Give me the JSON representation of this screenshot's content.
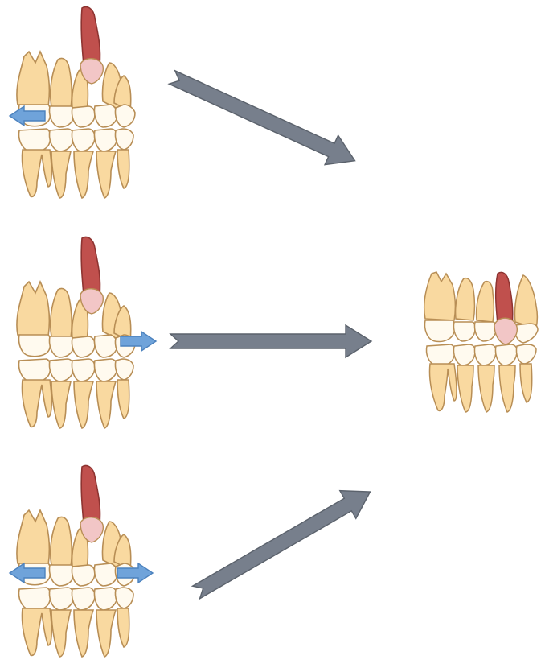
{
  "colors": {
    "tooth_fill": "#F9D9A0",
    "tooth_crown": "#FFFAEF",
    "tooth_stroke": "#B88E55",
    "canine_root": "#C0504D",
    "canine_root_stroke": "#8E3431",
    "canine_crown": "#F2C6C6",
    "space_arrow": "#6FA3DA",
    "space_arrow_stroke": "#4C82BE",
    "flow_arrow": "#777F8C",
    "flow_arrow_stroke": "#5B626C"
  },
  "icons": {
    "space_arrow": "double-blue-arrow-icon",
    "flow_arrow": "grey-chevron-arrow-icon"
  },
  "panels": [
    {
      "id": "expansion-posterior",
      "space_arrows": [
        "left"
      ]
    },
    {
      "id": "expansion-anterior",
      "space_arrows": [
        "right"
      ]
    },
    {
      "id": "expansion-both",
      "space_arrows": [
        "left",
        "right"
      ]
    }
  ],
  "result": {
    "id": "erupted-canine"
  }
}
